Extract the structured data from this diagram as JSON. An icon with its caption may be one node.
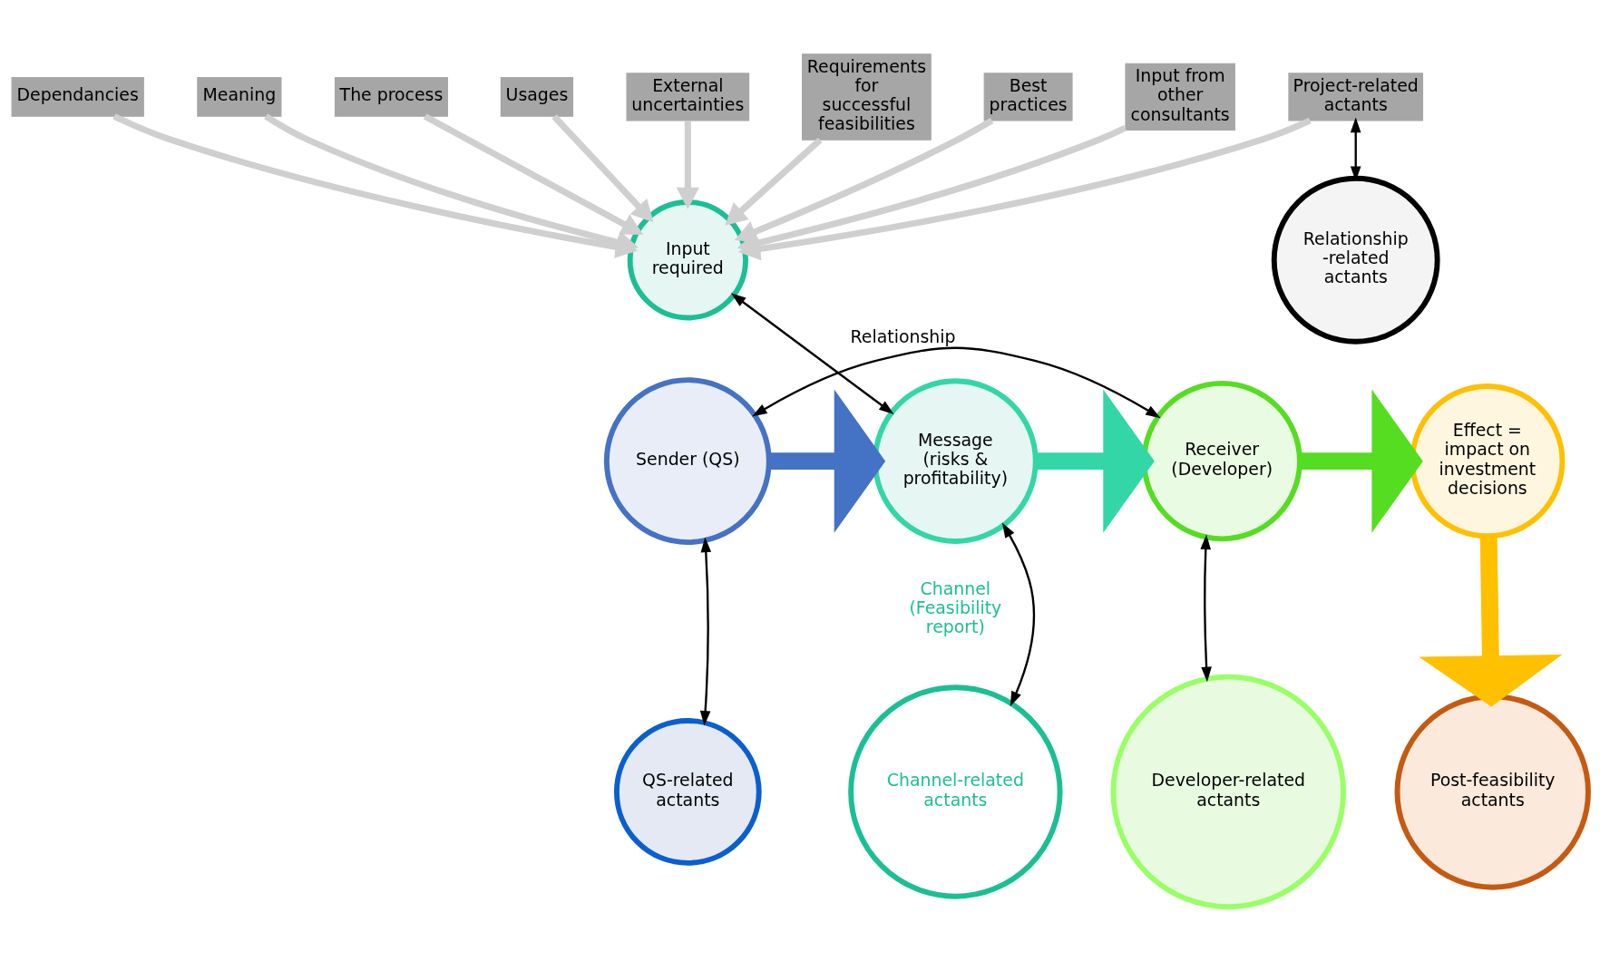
{
  "diagram": {
    "nodes": [
      {
        "text": [
          "Dependancies"
        ]
      },
      {
        "text": [
          "Meaning"
        ]
      },
      {
        "text": [
          "The process"
        ]
      },
      {
        "text": [
          "Usages"
        ]
      },
      {
        "text": [
          "External uncertainties"
        ]
      },
      {
        "text": [
          "Relationship -related actants"
        ]
      },
      {
        "text": [
          "Requirements for successful feasibilities"
        ]
      },
      {
        "text": [
          "Project-related actants"
        ]
      },
      {
        "text": [
          "Post-feasibility actants"
        ]
      },
      {
        "text": [
          "Input required"
        ]
      },
      {
        "text": [
          "Best practices"
        ]
      },
      {
        "text": [
          "Input from other consultants"
        ]
      },
      {
        "text": [
          "Sender (QS)"
        ]
      },
      {
        "text": [
          "Message (risks & profitability)"
        ],
        "beside": [
          "Channel (Feasibility report)"
        ]
      },
      {
        "text": [
          "Receiver (Developer)"
        ]
      },
      {
        "text": [
          "Effect = impact on investment decisions"
        ]
      },
      {
        "text": [
          "QS-related actants"
        ]
      },
      {
        "text": [
          "Channel-related actants"
        ]
      },
      {
        "text": [
          "Developer-related actants"
        ]
      }
    ],
    "edges": [
      {
        "from": 0,
        "to": 9,
        "arrow": "to"
      },
      {
        "from": 1,
        "to": 9,
        "arrow": "to"
      },
      {
        "from": 2,
        "to": 9,
        "arrow": "to"
      },
      {
        "from": 3,
        "to": 9,
        "arrow": "to"
      },
      {
        "from": 4,
        "to": 9,
        "arrow": "to"
      },
      {
        "from": 6,
        "to": 9,
        "arrow": "to"
      },
      {
        "from": 7,
        "to": 9,
        "arrow": "to"
      },
      {
        "from": 10,
        "to": 9,
        "arrow": "to"
      },
      {
        "from": 11,
        "to": 9,
        "arrow": "to"
      },
      {
        "from": 7,
        "to": 5,
        "arrow": "both",
        "color": "#000000"
      },
      {
        "from": 9,
        "to": 13,
        "arrow": "both",
        "color": "#000000"
      },
      {
        "from": 12,
        "to": 14,
        "arrow": "both",
        "label": "Relationship",
        "color": "#000000"
      },
      {
        "from": 12,
        "to": 13,
        "arrow": "to",
        "style": "thick",
        "color": "#4472c4"
      },
      {
        "from": 13,
        "to": 14,
        "arrow": "to",
        "style": "thick",
        "color": "#33d6a6"
      },
      {
        "from": 14,
        "to": 15,
        "arrow": "to",
        "style": "thick",
        "color": "#55dd22"
      },
      {
        "from": 15,
        "to": 8,
        "arrow": "to",
        "style": "thick",
        "color": "#ffc000"
      },
      {
        "from": 16,
        "to": 12,
        "arrow": "both",
        "color": "#000000"
      },
      {
        "from": 17,
        "to": 13,
        "arrow": "both",
        "color": "#000000"
      },
      {
        "from": 14,
        "to": 18,
        "arrow": "both",
        "color": "#000000"
      }
    ]
  }
}
